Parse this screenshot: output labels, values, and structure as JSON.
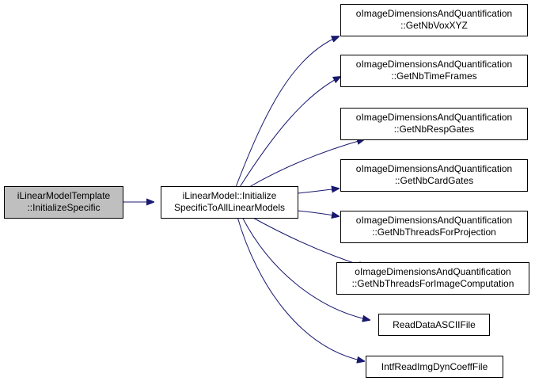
{
  "nodes": {
    "root": {
      "lines": [
        "iLinearModelTemplate",
        "::InitializeSpecific"
      ],
      "fill": "#bfbfbf"
    },
    "middle": {
      "lines": [
        "iLinearModel::Initialize",
        "SpecificToAllLinearModels"
      ],
      "fill": "#ffffff"
    },
    "callees": [
      {
        "lines": [
          "oImageDimensionsAndQuantification",
          "::GetNbVoxXYZ"
        ]
      },
      {
        "lines": [
          "oImageDimensionsAndQuantification",
          "::GetNbTimeFrames"
        ]
      },
      {
        "lines": [
          "oImageDimensionsAndQuantification",
          "::GetNbRespGates"
        ]
      },
      {
        "lines": [
          "oImageDimensionsAndQuantification",
          "::GetNbCardGates"
        ]
      },
      {
        "lines": [
          "oImageDimensionsAndQuantification",
          "::GetNbThreadsForProjection"
        ]
      },
      {
        "lines": [
          "oImageDimensionsAndQuantification",
          "::GetNbThreadsForImageComputation"
        ]
      },
      {
        "lines": [
          "ReadDataASCIIFile"
        ]
      },
      {
        "lines": [
          "IntfReadImgDynCoeffFile"
        ]
      }
    ]
  },
  "colors": {
    "edge": "#191970",
    "border": "#000000",
    "root_fill": "#bfbfbf",
    "node_fill": "#ffffff"
  }
}
